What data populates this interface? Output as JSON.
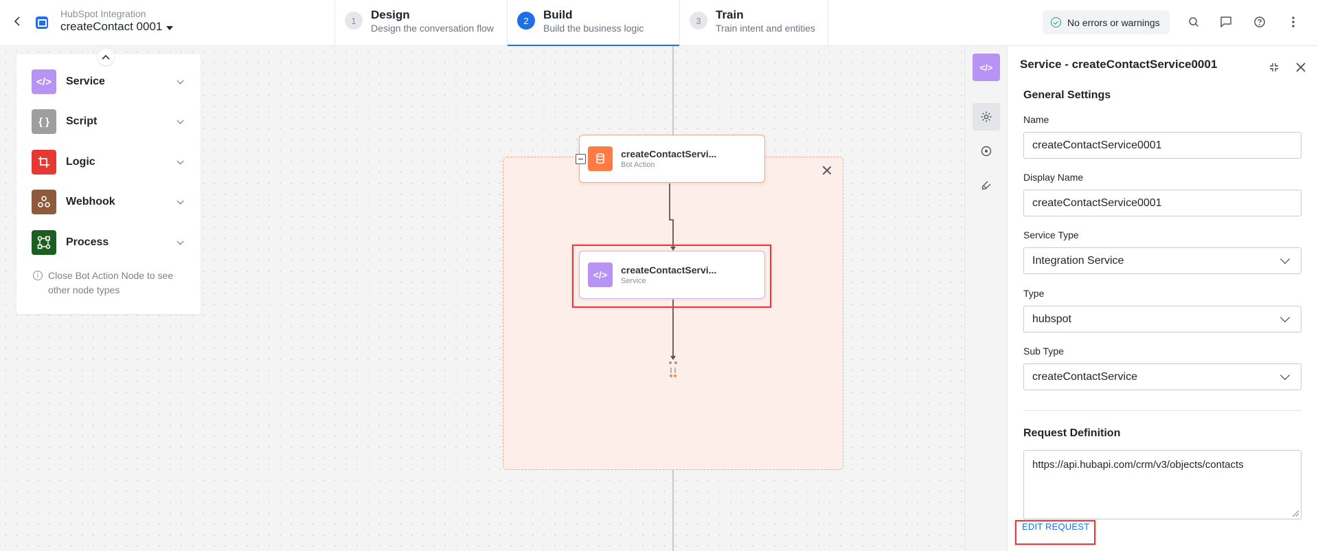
{
  "header": {
    "app_subtitle": "HubSpot Integration",
    "app_title": "createContact 0001",
    "steps": [
      {
        "num": "1",
        "title": "Design",
        "desc": "Design the conversation flow"
      },
      {
        "num": "2",
        "title": "Build",
        "desc": "Build the business logic"
      },
      {
        "num": "3",
        "title": "Train",
        "desc": "Train intent and entities"
      }
    ],
    "status": "No errors or warnings",
    "icons": [
      "search-icon",
      "chat-icon",
      "help-icon",
      "more-vertical-icon"
    ]
  },
  "palette": {
    "items": [
      {
        "label": "Service",
        "color": "#b794f4",
        "icon": "code-icon"
      },
      {
        "label": "Script",
        "color": "#9e9e9e",
        "icon": "braces-icon"
      },
      {
        "label": "Logic",
        "color": "#e53935",
        "icon": "logic-icon"
      },
      {
        "label": "Webhook",
        "color": "#8d5a3b",
        "icon": "webhook-icon"
      },
      {
        "label": "Process",
        "color": "#1b5e20",
        "icon": "process-icon"
      }
    ],
    "note": "Close Bot Action Node to see other node types"
  },
  "canvas": {
    "bot_action_node": {
      "title": "createContactServi...",
      "subtitle": "Bot Action",
      "color": "#ff7a45"
    },
    "service_node": {
      "title": "createContactServi...",
      "subtitle": "Service",
      "color": "#b794f4"
    }
  },
  "panel": {
    "title": "Service - createContactService0001",
    "general_settings": "General Settings",
    "name_label": "Name",
    "name_value": "createContactService0001",
    "display_name_label": "Display Name",
    "display_name_value": "createContactService0001",
    "service_type_label": "Service Type",
    "service_type_value": "Integration Service",
    "type_label": "Type",
    "type_value": "hubspot",
    "sub_type_label": "Sub Type",
    "sub_type_value": "createContactService",
    "request_definition": "Request Definition",
    "request_url": "https://api.hubapi.com/crm/v3/objects/contacts",
    "edit_request": "EDIT REQUEST"
  },
  "colors": {
    "accent": "#1f6feb",
    "highlight": "#e5393f",
    "success": "#22a06b"
  }
}
